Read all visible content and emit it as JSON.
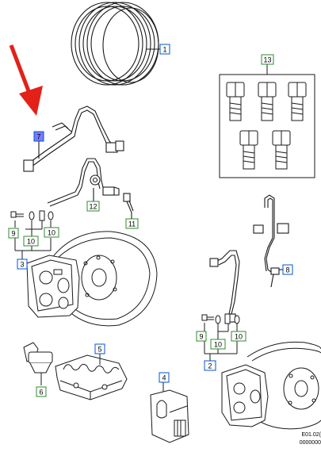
{
  "diagram": {
    "callouts": [
      {
        "id": "c1",
        "label": "1",
        "color": "#0055d4"
      },
      {
        "id": "c2a",
        "label": "2",
        "color": "#0055d4"
      },
      {
        "id": "c3",
        "label": "3",
        "color": "#0055d4"
      },
      {
        "id": "c4",
        "label": "4",
        "color": "#0055d4"
      },
      {
        "id": "c5",
        "label": "5",
        "color": "#0055d4"
      },
      {
        "id": "c6",
        "label": "6",
        "color": "#2e8b2e"
      },
      {
        "id": "c7",
        "label": "7",
        "color": "#0055d4"
      },
      {
        "id": "c8",
        "label": "8",
        "color": "#0055d4"
      },
      {
        "id": "c9a",
        "label": "9",
        "color": "#2e8b2e"
      },
      {
        "id": "c9b",
        "label": "9",
        "color": "#2e8b2e"
      },
      {
        "id": "c10a",
        "label": "10",
        "color": "#2e8b2e"
      },
      {
        "id": "c10b",
        "label": "10",
        "color": "#2e8b2e"
      },
      {
        "id": "c10c",
        "label": "10",
        "color": "#2e8b2e"
      },
      {
        "id": "c10d",
        "label": "10",
        "color": "#2e8b2e"
      },
      {
        "id": "c11",
        "label": "11",
        "color": "#2e8b2e"
      },
      {
        "id": "c12",
        "label": "12",
        "color": "#2e8b2e"
      },
      {
        "id": "c13",
        "label": "13",
        "color": "#2e8b2e"
      }
    ],
    "footer_line1": "E01.02(",
    "footer_line2": "0000000",
    "colors": {
      "line": "#1a1a1a",
      "highlight_box": "#7b7bff",
      "arrow": "#e32119",
      "blue": "#0055d4",
      "green": "#2e8b2e"
    }
  }
}
